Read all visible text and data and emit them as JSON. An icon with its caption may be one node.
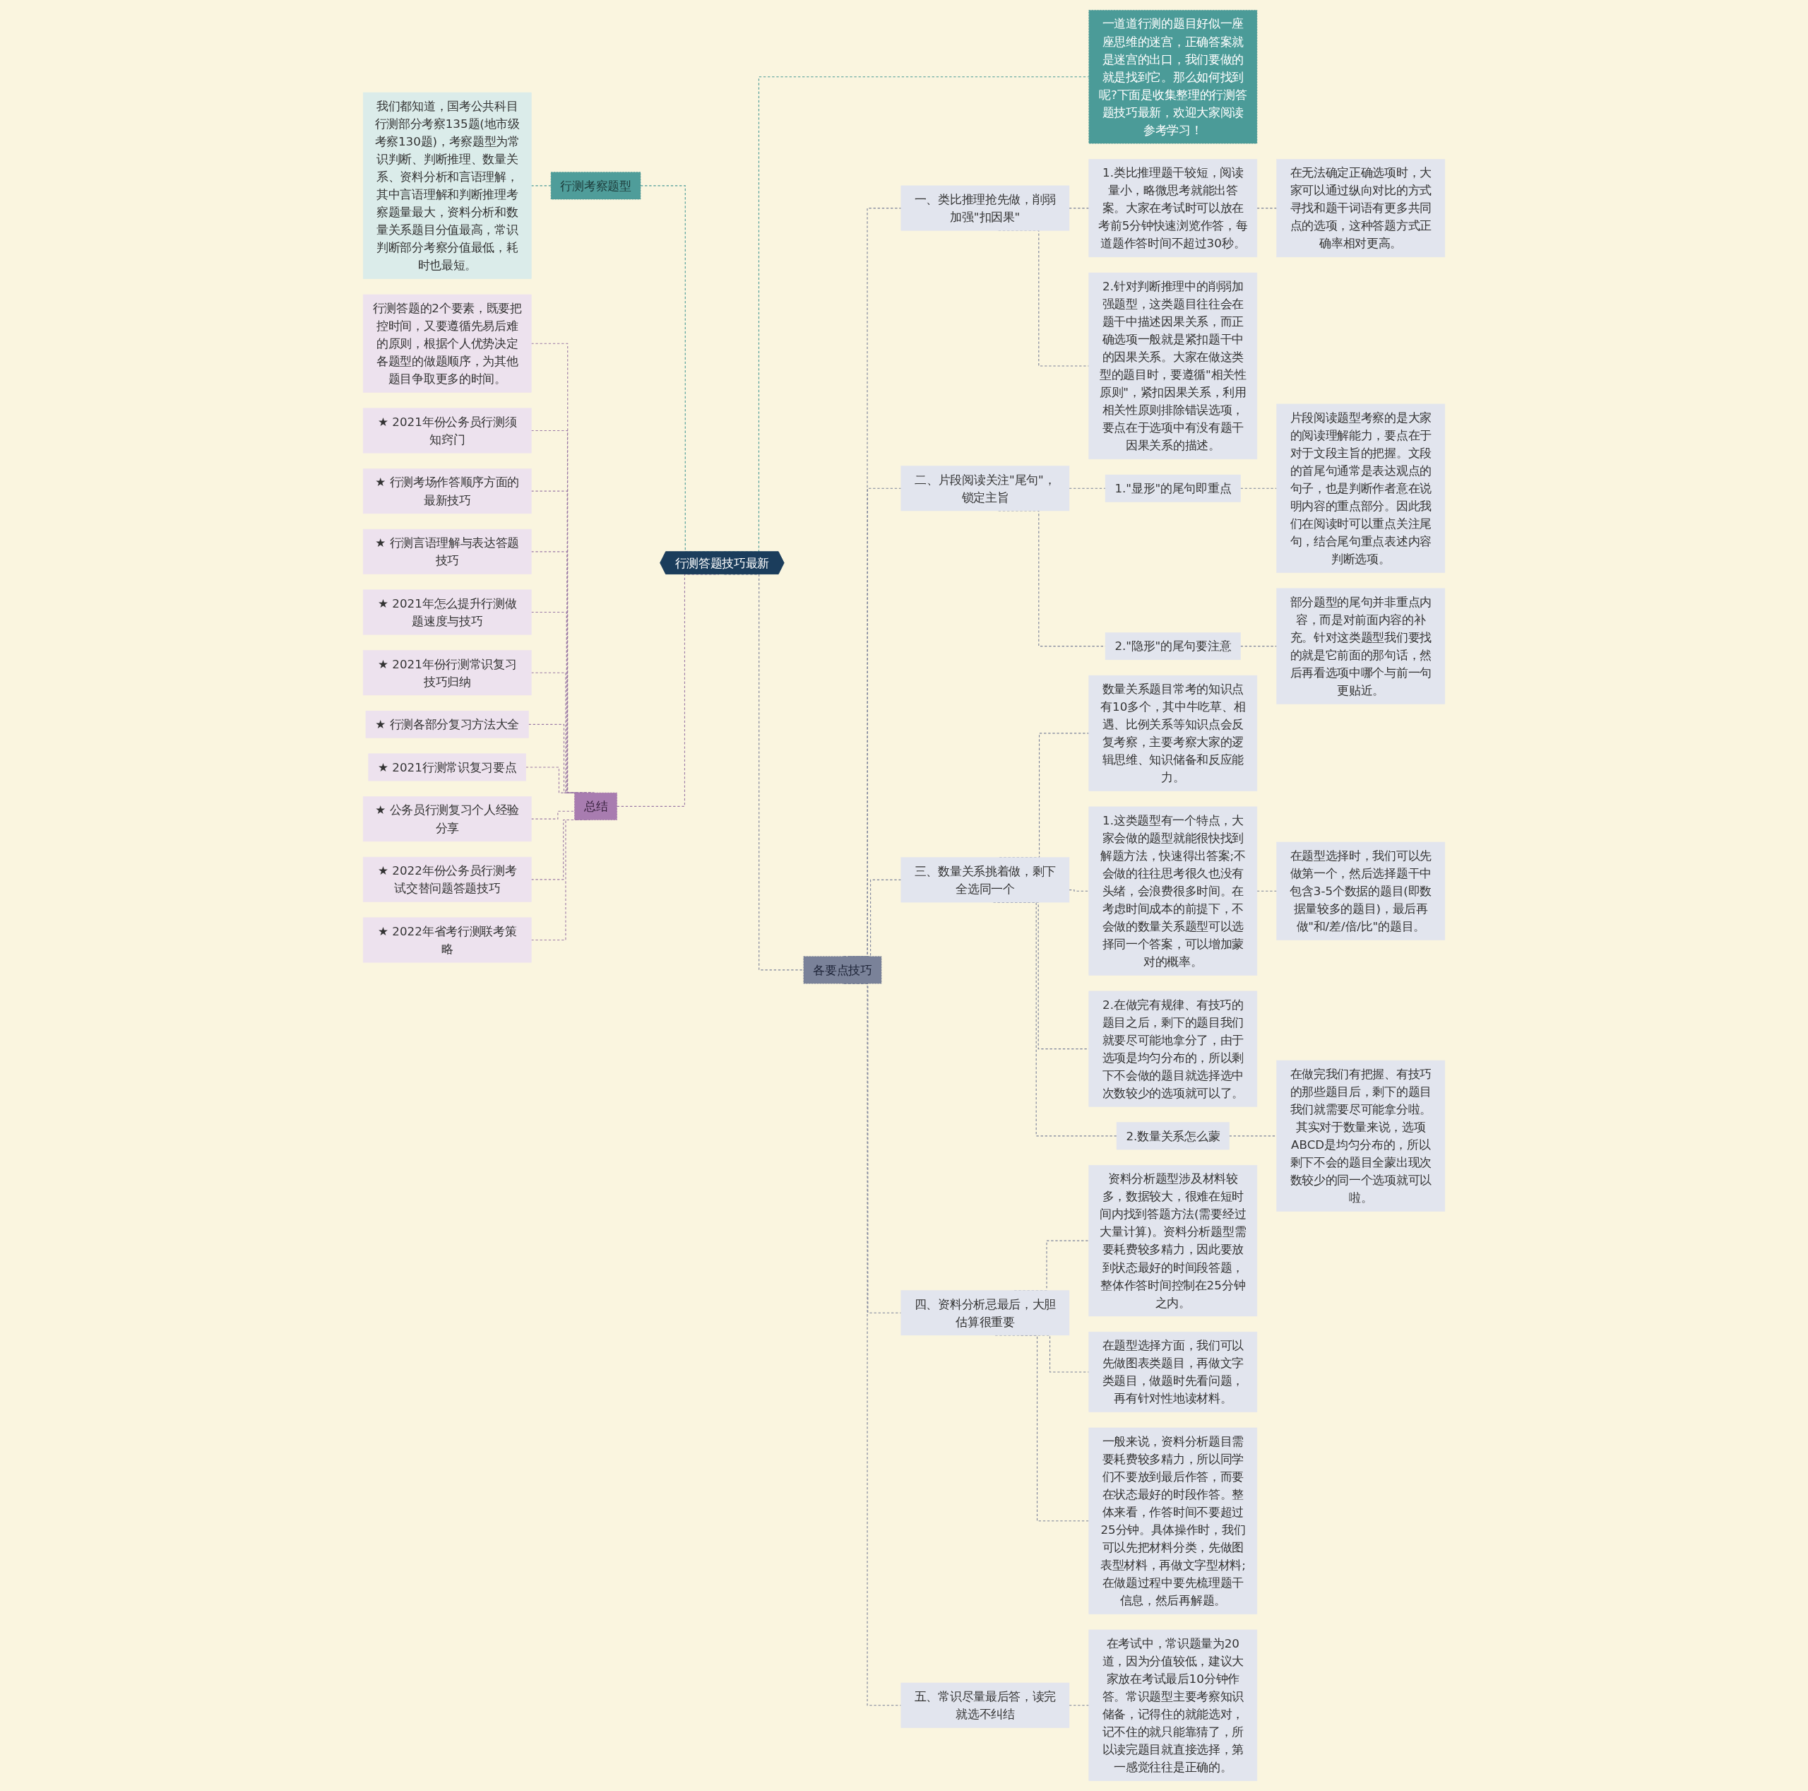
{
  "diagram": {
    "nodes": [
      {
        "text": [
          "行测答题技巧最新"
        ]
      },
      {
        "text": [
          "一道道行测的题目好似一座座思维的迷宫，正确答案就是迷宫的出口，我们要做的就是找到它。那么如何找到呢?下面是收集整理的行测答题技巧最新，欢迎大家阅读参考学习！"
        ]
      },
      {
        "text": [
          "行测考察题型"
        ]
      },
      {
        "text": [
          "我们都知道，国考公共科目行测部分考察135题(地市级考察130题)，考察题型为常识判断、判断推理、数量关系、资料分析和言语理解，其中言语理解和判断推理考察题量最大，资料分析和数量关系题目分值最高，常识判断部分考察分值最低，耗时也最短。"
        ]
      },
      {
        "text": [
          "总结"
        ]
      },
      {
        "text": [
          "行测答题的2个要素，既要把控时间，又要遵循先易后难的原则，根据个人优势决定各题型的做题顺序，为其他题目争取更多的时间。"
        ]
      },
      {
        "text": [
          "★ 2021年份公务员行测须知窍门"
        ]
      },
      {
        "text": [
          "★ 行测考场作答顺序方面的最新技巧"
        ]
      },
      {
        "text": [
          "★ 行测言语理解与表达答题技巧"
        ]
      },
      {
        "text": [
          "★ 2021年怎么提升行测做题速度与技巧"
        ]
      },
      {
        "text": [
          "★ 2021年份行测常识复习技巧归纳"
        ]
      },
      {
        "text": [
          "★ 行测各部分复习方法大全"
        ]
      },
      {
        "text": [
          "★ 2021行测常识复习要点"
        ]
      },
      {
        "text": [
          "★ 公务员行测复习个人经验分享"
        ]
      },
      {
        "text": [
          "★ 2022年份公务员行测考试交替问题答题技巧"
        ]
      },
      {
        "text": [
          "★ 2022年省考行测联考策略"
        ]
      },
      {
        "text": [
          "各要点技巧"
        ]
      },
      {
        "text": [
          "一、类比推理抢先做，削弱加强\"扣因果\""
        ]
      },
      {
        "text": [
          "1.类比推理题干较短，阅读量小，略微思考就能出答案。大家在考试时可以放在考前5分钟快速浏览作答，每道题作答时间不超过30秒。"
        ]
      },
      {
        "text": [
          "在无法确定正确选项时，大家可以通过纵向对比的方式寻找和题干词语有更多共同点的选项，这种答题方式正确率相对更高。"
        ]
      },
      {
        "text": [
          "2.针对判断推理中的削弱加强题型，这类题目往往会在题干中描述因果关系，而正确选项一般就是紧扣题干中的因果关系。大家在做这类型的题目时，要遵循\"相关性原则\"，紧扣因果关系，利用相关性原则排除错误选项，要点在于选项中有没有题干因果关系的描述。"
        ]
      },
      {
        "text": [
          "二、片段阅读关注\"尾句\"，锁定主旨"
        ]
      },
      {
        "text": [
          "1.\"显形\"的尾句即重点"
        ]
      },
      {
        "text": [
          "片段阅读题型考察的是大家的阅读理解能力，要点在于对于文段主旨的把握。文段的首尾句通常是表达观点的句子，也是判断作者意在说明内容的重点部分。因此我们在阅读时可以重点关注尾句，结合尾句重点表述内容判断选项。"
        ]
      },
      {
        "text": [
          "2.\"隐形\"的尾句要注意"
        ]
      },
      {
        "text": [
          "部分题型的尾句并非重点内容，而是对前面内容的补充。针对这类题型我们要找的就是它前面的那句话，然后再看选项中哪个与前一句更贴近。"
        ]
      },
      {
        "text": [
          "三、数量关系挑着做，剩下全选同一个"
        ]
      },
      {
        "text": [
          "数量关系题目常考的知识点有10多个，其中牛吃草、相遇、比例关系等知识点会反复考察，主要考察大家的逻辑思维、知识储备和反应能力。"
        ]
      },
      {
        "text": [
          "1.这类题型有一个特点，大家会做的题型就能很快找到解题方法，快速得出答案;不会做的往往思考很久也没有头绪，会浪费很多时间。在考虑时间成本的前提下，不会做的数量关系题型可以选择同一个答案，可以增加蒙对的概率。"
        ]
      },
      {
        "text": [
          "在题型选择时，我们可以先做第一个，然后选择题干中包含3-5个数据的题目(即数据量较多的题目)，最后再做\"和/差/倍/比\"的题目。"
        ]
      },
      {
        "text": [
          "2.在做完有规律、有技巧的题目之后，剩下的题目我们就要尽可能地拿分了，由于选项是均匀分布的，所以剩下不会做的题目就选择选中次数较少的选项就可以了。"
        ]
      },
      {
        "text": [
          "2.数量关系怎么蒙"
        ]
      },
      {
        "text": [
          "在做完我们有把握、有技巧的那些题目后，剩下的题目我们就需要尽可能拿分啦。其实对于数量来说，选项ABCD是均匀分布的，所以剩下不会的题目全蒙出现次数较少的同一个选项就可以啦。"
        ]
      },
      {
        "text": [
          "四、资料分析忌最后，大胆估算很重要"
        ]
      },
      {
        "text": [
          "资料分析题型涉及材料较多，数据较大，很难在短时间内找到答题方法(需要经过大量计算)。资料分析题型需要耗费较多精力，因此要放到状态最好的时间段答题，整体作答时间控制在25分钟之内。"
        ]
      },
      {
        "text": [
          "在题型选择方面，我们可以先做图表类题目，再做文字类题目，做题时先看问题，再有针对性地读材料。"
        ]
      },
      {
        "text": [
          "一般来说，资料分析题目需要耗费较多精力，所以同学们不要放到最后作答，而要在状态最好的时段作答。整体来看，作答时间不要超过25分钟。具体操作时，我们可以先把材料分类，先做图表型材料，再做文字型材料;在做题过程中要先梳理题干信息，然后再解题。"
        ]
      },
      {
        "text": [
          "五、常识尽量最后答，读完就选不纠结"
        ]
      },
      {
        "text": [
          "在考试中，常识题量为20道，因为分值较低，建议大家放在考试最后10分钟作答。常识题型主要考察知识储备，记得住的就能选对，记不住的就只能靠猜了，所以读完题目就直接选择，第一感觉往往是正确的。"
        ]
      }
    ],
    "edges": [
      {
        "from": 0,
        "to": 1,
        "arrow": "none",
        "style": "dashed",
        "color": "#4a9a98"
      },
      {
        "from": 2,
        "to": 0,
        "arrow": "none",
        "style": "dashed",
        "color": "#4a9a98"
      },
      {
        "from": 3,
        "to": 2,
        "arrow": "none",
        "style": "dashed",
        "color": "#4a9a98"
      },
      {
        "from": 4,
        "to": 0,
        "arrow": "none",
        "style": "dashed",
        "color": "#9b7aa6"
      },
      {
        "from": 5,
        "to": 4,
        "arrow": "none",
        "style": "dashed",
        "color": "#9b7aa6"
      },
      {
        "from": 6,
        "to": 4,
        "arrow": "none",
        "style": "dashed",
        "color": "#9b7aa6"
      },
      {
        "from": 7,
        "to": 4,
        "arrow": "none",
        "style": "dashed",
        "color": "#9b7aa6"
      },
      {
        "from": 8,
        "to": 4,
        "arrow": "none",
        "style": "dashed",
        "color": "#9b7aa6"
      },
      {
        "from": 9,
        "to": 4,
        "arrow": "none",
        "style": "dashed",
        "color": "#9b7aa6"
      },
      {
        "from": 10,
        "to": 4,
        "arrow": "none",
        "style": "dashed",
        "color": "#9b7aa6"
      },
      {
        "from": 11,
        "to": 4,
        "arrow": "none",
        "style": "dashed",
        "color": "#9b7aa6"
      },
      {
        "from": 12,
        "to": 4,
        "arrow": "none",
        "style": "dashed",
        "color": "#9b7aa6"
      },
      {
        "from": 13,
        "to": 4,
        "arrow": "none",
        "style": "dashed",
        "color": "#9b7aa6"
      },
      {
        "from": 14,
        "to": 4,
        "arrow": "none",
        "style": "dashed",
        "color": "#9b7aa6"
      },
      {
        "from": 15,
        "to": 4,
        "arrow": "none",
        "style": "dashed",
        "color": "#9b7aa6"
      },
      {
        "from": 0,
        "to": 16,
        "arrow": "none",
        "style": "dashed"
      },
      {
        "from": 16,
        "to": 17,
        "arrow": "none",
        "style": "dashed"
      },
      {
        "from": 17,
        "to": 18,
        "arrow": "none",
        "style": "dashed"
      },
      {
        "from": 18,
        "to": 19,
        "arrow": "none",
        "style": "dashed"
      },
      {
        "from": 17,
        "to": 20,
        "arrow": "none",
        "style": "dashed"
      },
      {
        "from": 16,
        "to": 21,
        "arrow": "none",
        "style": "dashed"
      },
      {
        "from": 21,
        "to": 22,
        "arrow": "none",
        "style": "dashed"
      },
      {
        "from": 22,
        "to": 23,
        "arrow": "none",
        "style": "dashed"
      },
      {
        "from": 21,
        "to": 24,
        "arrow": "none",
        "style": "dashed"
      },
      {
        "from": 24,
        "to": 25,
        "arrow": "none",
        "style": "dashed"
      },
      {
        "from": 16,
        "to": 26,
        "arrow": "none",
        "style": "dashed"
      },
      {
        "from": 26,
        "to": 27,
        "arrow": "none",
        "style": "dashed"
      },
      {
        "from": 26,
        "to": 28,
        "arrow": "none",
        "style": "dashed"
      },
      {
        "from": 28,
        "to": 29,
        "arrow": "none",
        "style": "dashed"
      },
      {
        "from": 26,
        "to": 30,
        "arrow": "none",
        "style": "dashed"
      },
      {
        "from": 26,
        "to": 31,
        "arrow": "none",
        "style": "dashed"
      },
      {
        "from": 31,
        "to": 32,
        "arrow": "none",
        "style": "dashed"
      },
      {
        "from": 16,
        "to": 33,
        "arrow": "none",
        "style": "dashed"
      },
      {
        "from": 33,
        "to": 34,
        "arrow": "none",
        "style": "dashed"
      },
      {
        "from": 33,
        "to": 35,
        "arrow": "none",
        "style": "dashed"
      },
      {
        "from": 33,
        "to": 36,
        "arrow": "none",
        "style": "dashed"
      },
      {
        "from": 16,
        "to": 37,
        "arrow": "none",
        "style": "dashed"
      },
      {
        "from": 37,
        "to": 38,
        "arrow": "none",
        "style": "dashed"
      }
    ]
  }
}
